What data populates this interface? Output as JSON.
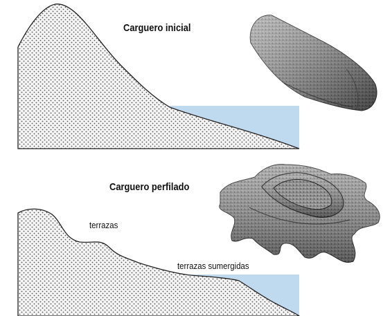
{
  "top_panel": {
    "title": "Carguero inicial"
  },
  "bottom_panel": {
    "title": "Carguero perfilado",
    "label_terraces": "terrazas",
    "label_submerged_terraces": "terrazas sumergidas"
  },
  "colors": {
    "water": "#bfd9ef",
    "land_fill": "#f4f4f4",
    "land_dots": "#555555",
    "outline": "#222222",
    "rock_dark": "#5a5a5a",
    "rock_light": "#b8b8b8"
  }
}
